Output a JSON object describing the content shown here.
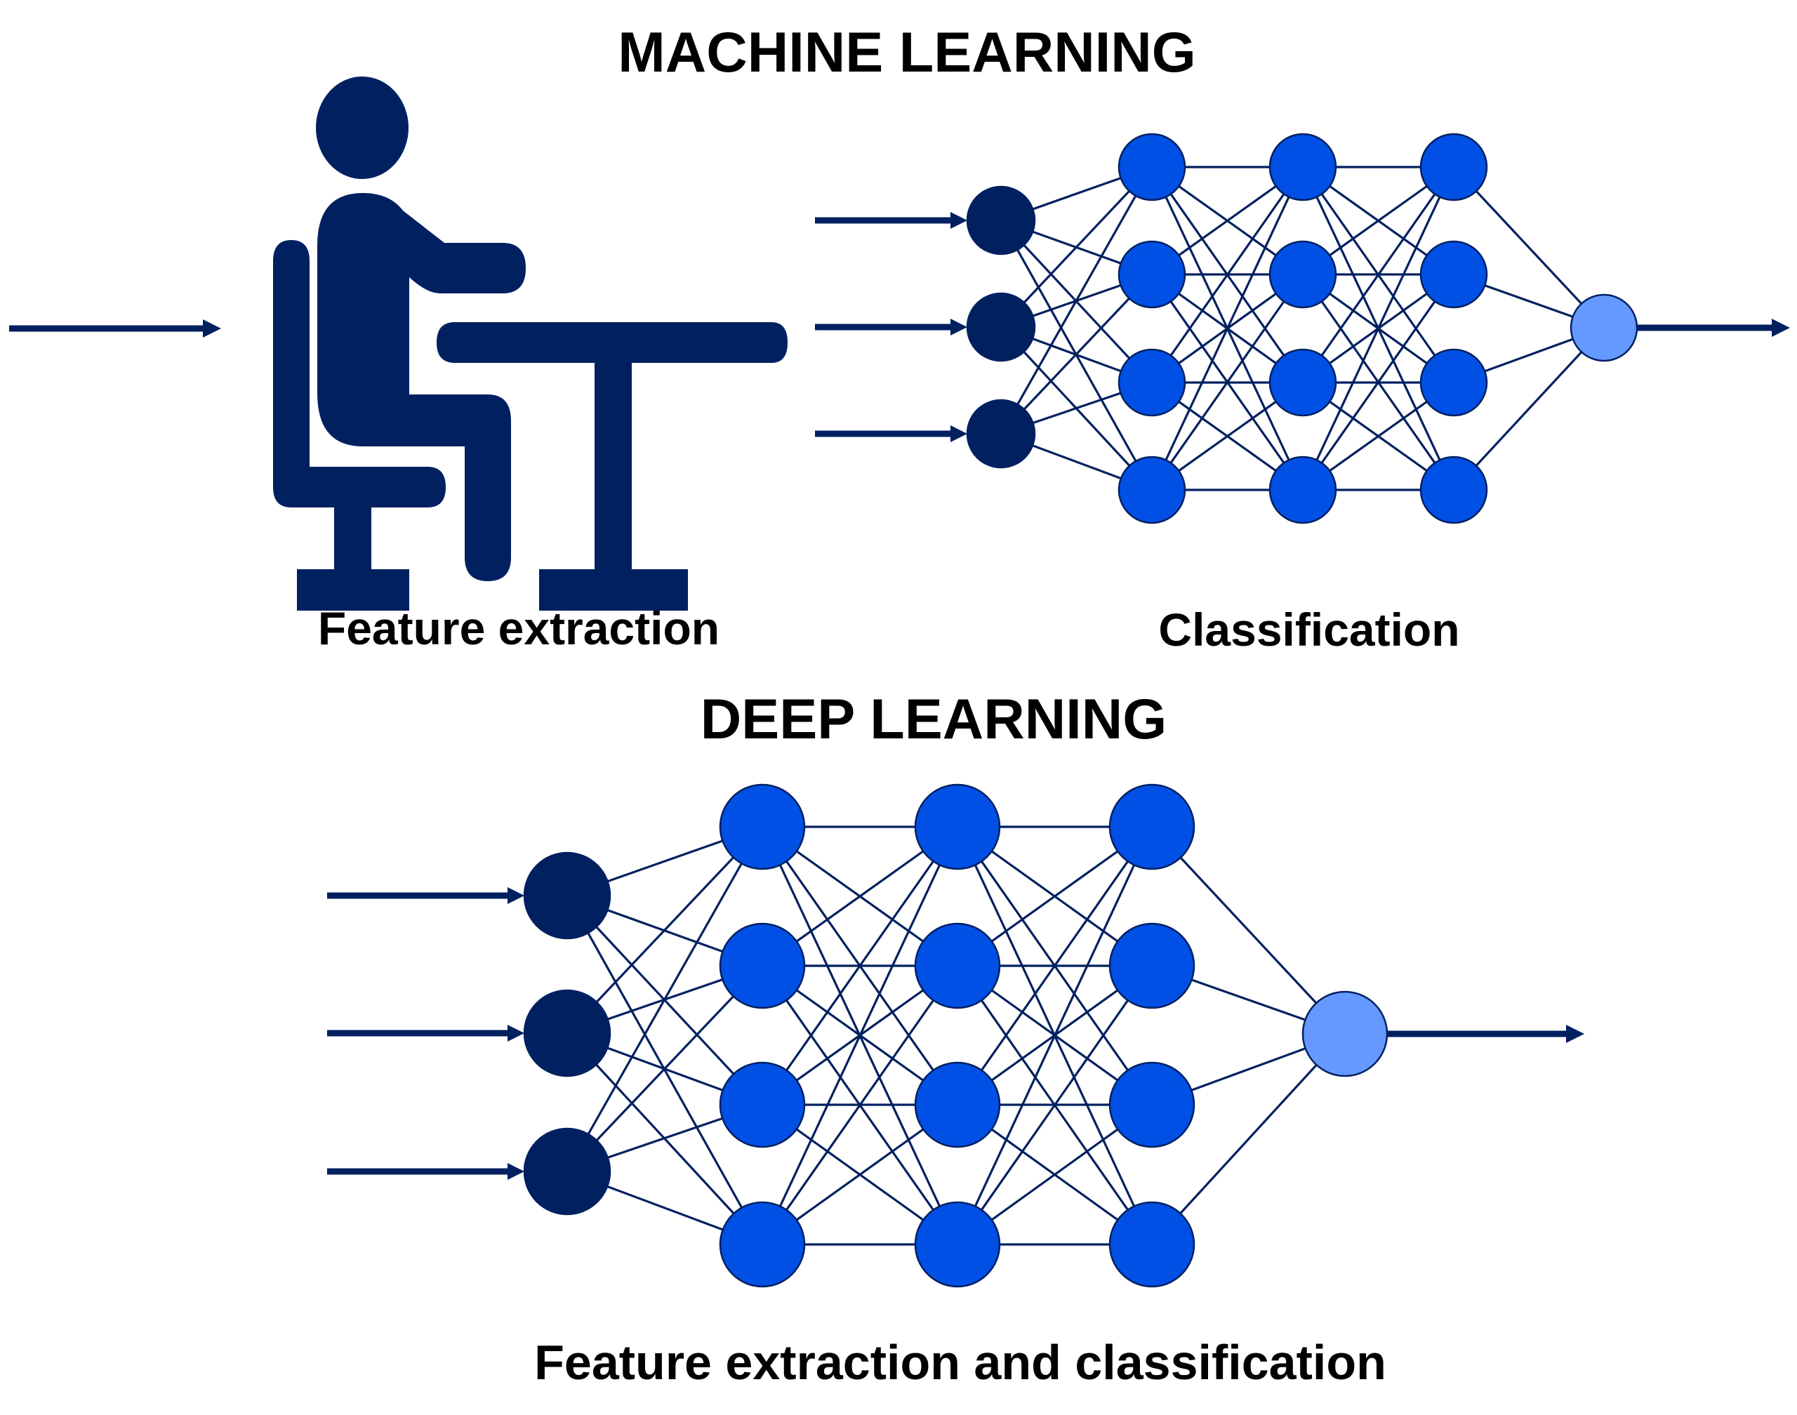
{
  "colors": {
    "navy": "#002060",
    "hidden_blue": "#0050E6",
    "output_blue": "#6699FF",
    "text": "#000000",
    "background": "#FFFFFF"
  },
  "machine_learning": {
    "title": "MACHINE LEARNING",
    "stage1_label": "Feature extraction",
    "stage1_icon": "person-at-desk-icon",
    "stage2_label": "Classification",
    "network": {
      "layers": [
        {
          "role": "input",
          "nodes": 3,
          "color": "#002060"
        },
        {
          "role": "hidden",
          "nodes": 4,
          "color": "#0050E6"
        },
        {
          "role": "hidden",
          "nodes": 4,
          "color": "#0050E6"
        },
        {
          "role": "hidden",
          "nodes": 4,
          "color": "#0050E6"
        },
        {
          "role": "output",
          "nodes": 1,
          "color": "#6699FF"
        }
      ]
    }
  },
  "deep_learning": {
    "title": "DEEP LEARNING",
    "label": "Feature extraction and classification",
    "network": {
      "layers": [
        {
          "role": "input",
          "nodes": 3,
          "color": "#002060"
        },
        {
          "role": "hidden",
          "nodes": 4,
          "color": "#0050E6"
        },
        {
          "role": "hidden",
          "nodes": 4,
          "color": "#0050E6"
        },
        {
          "role": "hidden",
          "nodes": 4,
          "color": "#0050E6"
        },
        {
          "role": "output",
          "nodes": 1,
          "color": "#6699FF"
        }
      ]
    }
  }
}
